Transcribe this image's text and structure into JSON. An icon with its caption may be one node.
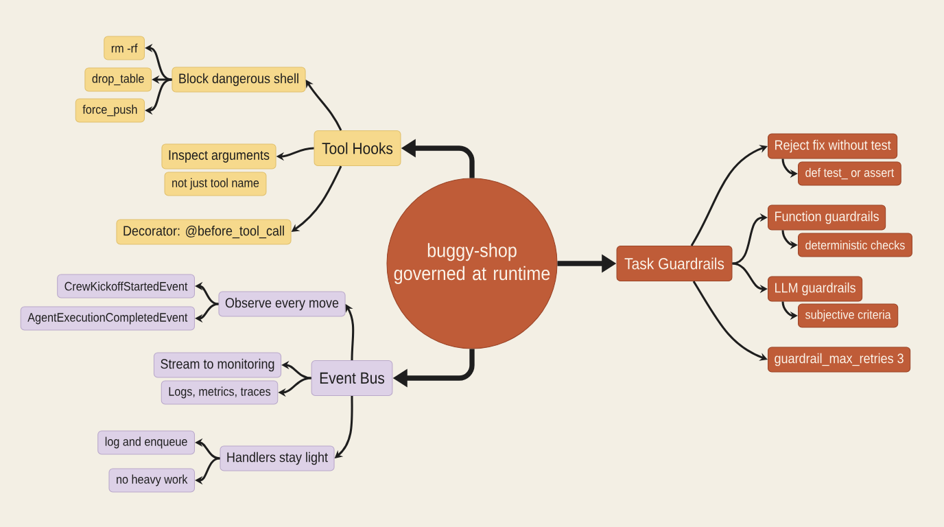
{
  "diagram": {
    "nodes": [
      {
        "text": [
          "buggy-shop governed at runtime"
        ]
      },
      {
        "text": [
          "Tool Hooks"
        ]
      },
      {
        "text": [
          "Block dangerous shell"
        ]
      },
      {
        "text": [
          "rm -rf"
        ]
      },
      {
        "text": [
          "drop_table"
        ]
      },
      {
        "text": [
          "force_push"
        ]
      },
      {
        "text": [
          "Inspect arguments"
        ]
      },
      {
        "text": [
          "not just tool name"
        ]
      },
      {
        "text": [
          "Decorator: @before_tool_call"
        ]
      },
      {
        "text": [
          "Event Bus"
        ]
      },
      {
        "text": [
          "Observe every move"
        ]
      },
      {
        "text": [
          "CrewKickoffStartedEvent"
        ]
      },
      {
        "text": [
          "AgentExecutionCompletedEvent"
        ]
      },
      {
        "text": [
          "Stream to monitoring"
        ]
      },
      {
        "text": [
          "Logs, metrics, traces"
        ]
      },
      {
        "text": [
          "Handlers stay light"
        ]
      },
      {
        "text": [
          "log and enqueue"
        ]
      },
      {
        "text": [
          "no heavy work"
        ]
      },
      {
        "text": [
          "Task Guardrails"
        ]
      },
      {
        "text": [
          "Reject fix without test"
        ]
      },
      {
        "text": [
          "def test_ or assert"
        ]
      },
      {
        "text": [
          "Function guardrails"
        ]
      },
      {
        "text": [
          "deterministic checks"
        ]
      },
      {
        "text": [
          "LLM guardrails"
        ]
      },
      {
        "text": [
          "subjective criteria"
        ]
      },
      {
        "text": [
          "guardrail_max_retries 3"
        ]
      }
    ],
    "edges": [
      {
        "from": 0,
        "to": 1,
        "arrow": "to",
        "style": "thick"
      },
      {
        "from": 0,
        "to": 9,
        "arrow": "to",
        "style": "thick"
      },
      {
        "from": 0,
        "to": 18,
        "arrow": "to",
        "style": "thick"
      },
      {
        "from": 1,
        "to": 2,
        "arrow": "to"
      },
      {
        "from": 1,
        "to": 6,
        "arrow": "to"
      },
      {
        "from": 1,
        "to": 8,
        "arrow": "to"
      },
      {
        "from": 2,
        "to": 3,
        "arrow": "to"
      },
      {
        "from": 2,
        "to": 4,
        "arrow": "to"
      },
      {
        "from": 2,
        "to": 5,
        "arrow": "to"
      },
      {
        "from": 9,
        "to": 10,
        "arrow": "to"
      },
      {
        "from": 9,
        "to": 13,
        "arrow": "to"
      },
      {
        "from": 9,
        "to": 14,
        "arrow": "to"
      },
      {
        "from": 9,
        "to": 15,
        "arrow": "to"
      },
      {
        "from": 10,
        "to": 11,
        "arrow": "to"
      },
      {
        "from": 10,
        "to": 12,
        "arrow": "to"
      },
      {
        "from": 15,
        "to": 16,
        "arrow": "to"
      },
      {
        "from": 15,
        "to": 17,
        "arrow": "to"
      },
      {
        "from": 18,
        "to": 19,
        "arrow": "to"
      },
      {
        "from": 18,
        "to": 21,
        "arrow": "to"
      },
      {
        "from": 18,
        "to": 23,
        "arrow": "to"
      },
      {
        "from": 18,
        "to": 25,
        "arrow": "to"
      },
      {
        "from": 19,
        "to": 20,
        "arrow": "to"
      },
      {
        "from": 21,
        "to": 22,
        "arrow": "to"
      },
      {
        "from": 23,
        "to": 24,
        "arrow": "to"
      }
    ]
  }
}
